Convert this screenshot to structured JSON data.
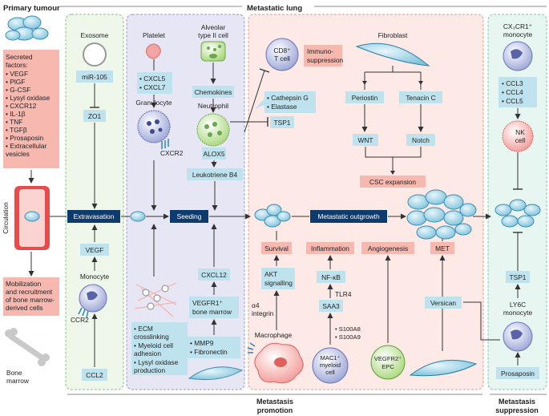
{
  "headers": {
    "primary_tumour": "Primary tumour",
    "metastatic_lung": "Metastatic lung"
  },
  "footers": {
    "promotion": [
      "Metastasis",
      "promotion"
    ],
    "suppression": [
      "Metastasis",
      "suppression"
    ]
  },
  "primary": {
    "secreted_title": [
      "Secreted",
      "factors:"
    ],
    "secreted_items": [
      "• VEGF",
      "• PlGF",
      "• G-CSF",
      "• Lysyl oxidase",
      "• CXCR12",
      "• IL-1β",
      "• TNF",
      "• TGFβ",
      "• Prosaposin",
      "• Extracellular",
      "   vesicles"
    ],
    "circulation": "Circulation",
    "mobilization": [
      "Mobilization",
      "and recruitment",
      "of bone marrow-",
      "derived cells"
    ],
    "bone_marrow": [
      "Bone",
      "marrow"
    ]
  },
  "exosome_col": {
    "exosome": "Exosome",
    "mir105": "miR-105",
    "zo1": "ZO1",
    "extravasation": "Extravasation",
    "vegf": "VEGF",
    "monocyte": "Monocyte",
    "ccr2": "CCR2",
    "ccl2": "CCL2"
  },
  "seeding_col": {
    "platelet": "Platelet",
    "cxcl": [
      "• CXCL5",
      "• CXCL7"
    ],
    "granulocyte": "Granulocyte",
    "cxcr2": "CXCR2",
    "alveolar": [
      "Alveolar",
      "type II cell"
    ],
    "chemokines": "Chemokines",
    "neutrophil": "Neutrophil",
    "alox5": "ALOX5",
    "leukotriene": "Leukotriene B4",
    "seeding": "Seeding",
    "cxcl12": "CXCL12",
    "vegfr1": [
      "VEGFR1⁺",
      "bone marrow"
    ],
    "mmp": [
      "• MMP9",
      "• Fibronectin"
    ],
    "ecm": [
      "• ECM",
      "  crosslinking",
      "• Myeloid cell",
      "  adhesion",
      "• Lysyl oxidase",
      "  production"
    ]
  },
  "outgrowth_col": {
    "cd8": [
      "CD8⁺",
      "T cell"
    ],
    "immuno": [
      "Immuno-",
      "suppression"
    ],
    "cathepsin": [
      "• Cathepsin G",
      "• Elastase"
    ],
    "tsp1": "TSP1",
    "fibroblast": "Fibroblast",
    "periostin": "Periostin",
    "tenacin": "Tenacin C",
    "wnt": "WNT",
    "notch": "Notch",
    "csc": "CSC expansion",
    "outgrowth": "Metastatic outgrowth",
    "survival": "Survival",
    "inflammation": "Inflammation",
    "angiogenesis": "Angiogenesis",
    "met": "MET",
    "akt": [
      "AKT",
      "signalling"
    ],
    "nfkb": "NF-κB",
    "tlr4": "TLR4",
    "saa3": "SAA3",
    "integrin": [
      "α4",
      "integrin"
    ],
    "macrophage": "Macrophage",
    "s100": [
      "• S100A8",
      "• S100A9"
    ],
    "mac1": [
      "MAC1⁺",
      "myeloid",
      "cell"
    ],
    "vegfr2": [
      "VEGFR2⁺",
      "EPC"
    ],
    "versican": "Versican"
  },
  "suppression_col": {
    "cx3cr1": "CX₃CR1⁺",
    "monocyte": "monocyte",
    "ccl": [
      "• CCL3",
      "• CCL4",
      "• CCL5"
    ],
    "nk": [
      "NK",
      "cell"
    ],
    "tsp1": "TSP1",
    "ly6c": [
      "LY6C",
      "monocyte"
    ],
    "prosaposin": "Prosaposin"
  },
  "colors": {
    "blue_box": "#bfe3ee",
    "pink_box": "#f7b8b0",
    "dark_box": "#0d3b6e",
    "panel_green": "#eef7ea",
    "panel_lilac": "#e7e6f4",
    "panel_pink": "#fde9e6",
    "panel_mint": "#e8f6f2"
  }
}
